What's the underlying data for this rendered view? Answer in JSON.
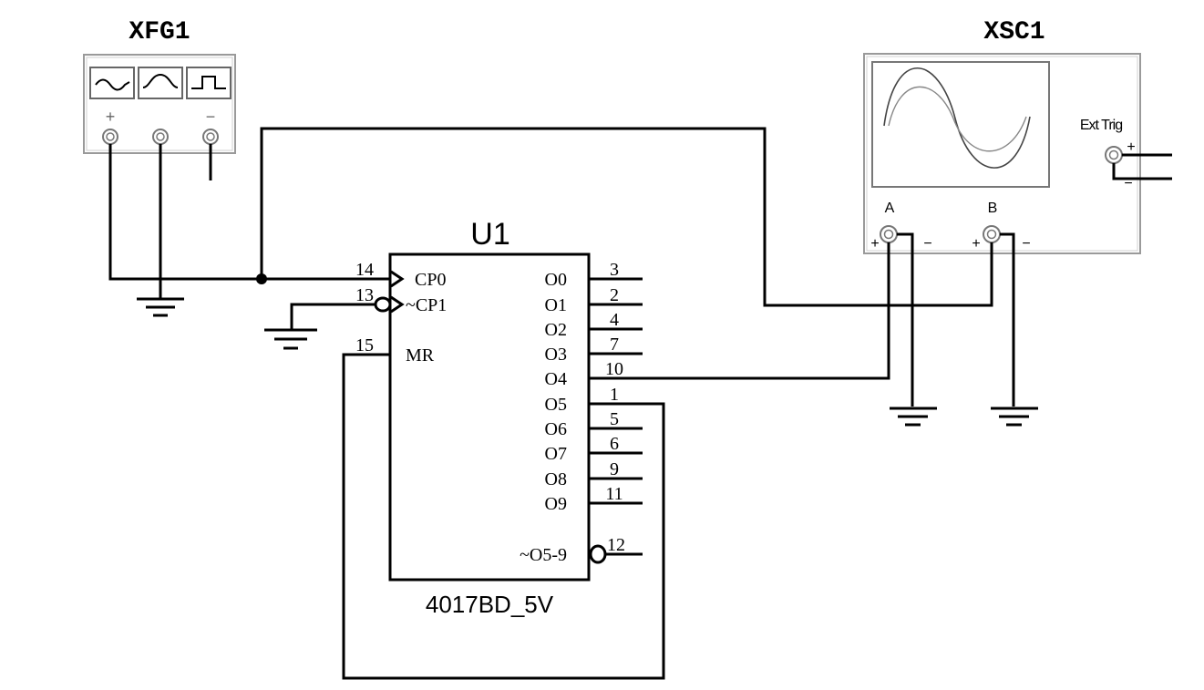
{
  "function_generator": {
    "ref": "XFG1",
    "terminals": [
      "+",
      "",
      "−"
    ],
    "waveform_icons": [
      "sine-wave-icon",
      "triangle-wave-icon",
      "square-wave-icon"
    ]
  },
  "oscilloscope": {
    "ref": "XSC1",
    "ext_trig_label": "Ext Trig",
    "channel_a": "A",
    "channel_b": "B",
    "plus": "+",
    "minus": "−"
  },
  "chip": {
    "ref": "U1",
    "part": "4017BD_5V",
    "left_pins": [
      {
        "num": "14",
        "name": "CP0"
      },
      {
        "num": "13",
        "name": "~CP1"
      },
      {
        "num": "15",
        "name": "MR"
      }
    ],
    "right_pins": [
      {
        "num": "3",
        "name": "O0"
      },
      {
        "num": "2",
        "name": "O1"
      },
      {
        "num": "4",
        "name": "O2"
      },
      {
        "num": "7",
        "name": "O3"
      },
      {
        "num": "10",
        "name": "O4"
      },
      {
        "num": "1",
        "name": "O5"
      },
      {
        "num": "5",
        "name": "O6"
      },
      {
        "num": "6",
        "name": "O7"
      },
      {
        "num": "9",
        "name": "O8"
      },
      {
        "num": "11",
        "name": "O9"
      },
      {
        "num": "12",
        "name": "~O5-9"
      }
    ]
  }
}
